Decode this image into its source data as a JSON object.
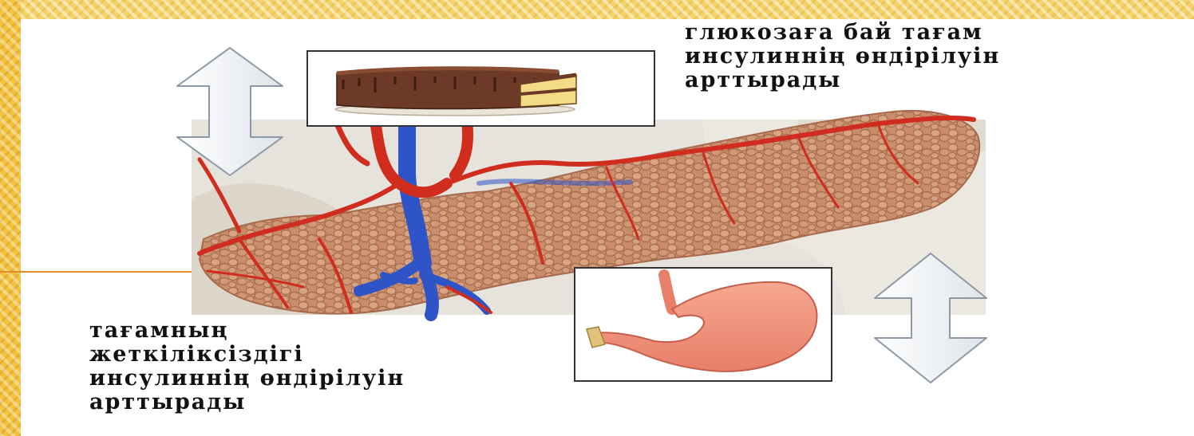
{
  "captions": {
    "top": [
      "глюкозаға бай тағам",
      "инсулиннің өндірілуін",
      "арттырады"
    ],
    "bottom": [
      "тағамның",
      "жеткіліксіздігі",
      "инсулиннің өндірілуін",
      "арттырады"
    ]
  },
  "colors": {
    "border": "#f3c23e",
    "tissue": "#c98d6c",
    "artery": "#d02d1f",
    "vein": "#2f54c8",
    "arrow": "#e9edf2"
  }
}
